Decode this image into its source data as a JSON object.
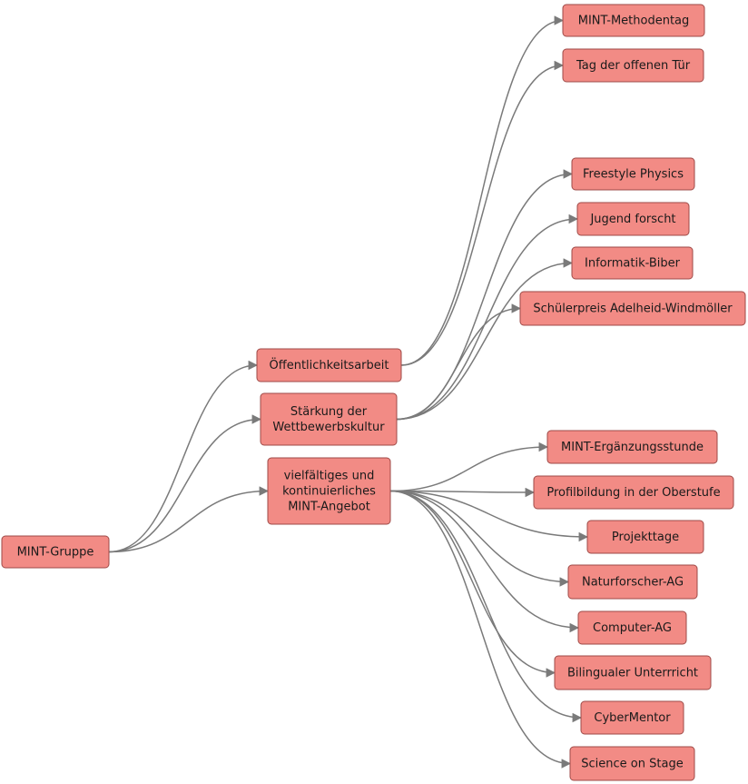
{
  "diagram": {
    "root": {
      "label": "MINT-Gruppe"
    },
    "branches": [
      {
        "label": "Öffentlichkeitsarbeit",
        "children": [
          {
            "label": "MINT-Methodentag"
          },
          {
            "label": "Tag der offenen Tür"
          }
        ]
      },
      {
        "label": "Stärkung der Wettbewerbskultur",
        "children": [
          {
            "label": "Freestyle Physics"
          },
          {
            "label": "Jugend forscht"
          },
          {
            "label": "Informatik-Biber"
          },
          {
            "label": "Schülerpreis Adelheid-Windmöller"
          }
        ]
      },
      {
        "label": "vielfältiges und kontinuierliches MINT-Angebot",
        "children": [
          {
            "label": "MINT-Ergänzungsstunde"
          },
          {
            "label": "Profilbildung in der Oberstufe"
          },
          {
            "label": "Projekttage"
          },
          {
            "label": "Naturforscher-AG"
          },
          {
            "label": "Computer-AG"
          },
          {
            "label": "Bilingualer Unterrricht"
          },
          {
            "label": "CyberMentor"
          },
          {
            "label": "Science on Stage"
          }
        ]
      }
    ]
  },
  "colors": {
    "node_fill": "#f28b85",
    "node_border": "#9e4a47",
    "edge": "#7a7a7a"
  }
}
